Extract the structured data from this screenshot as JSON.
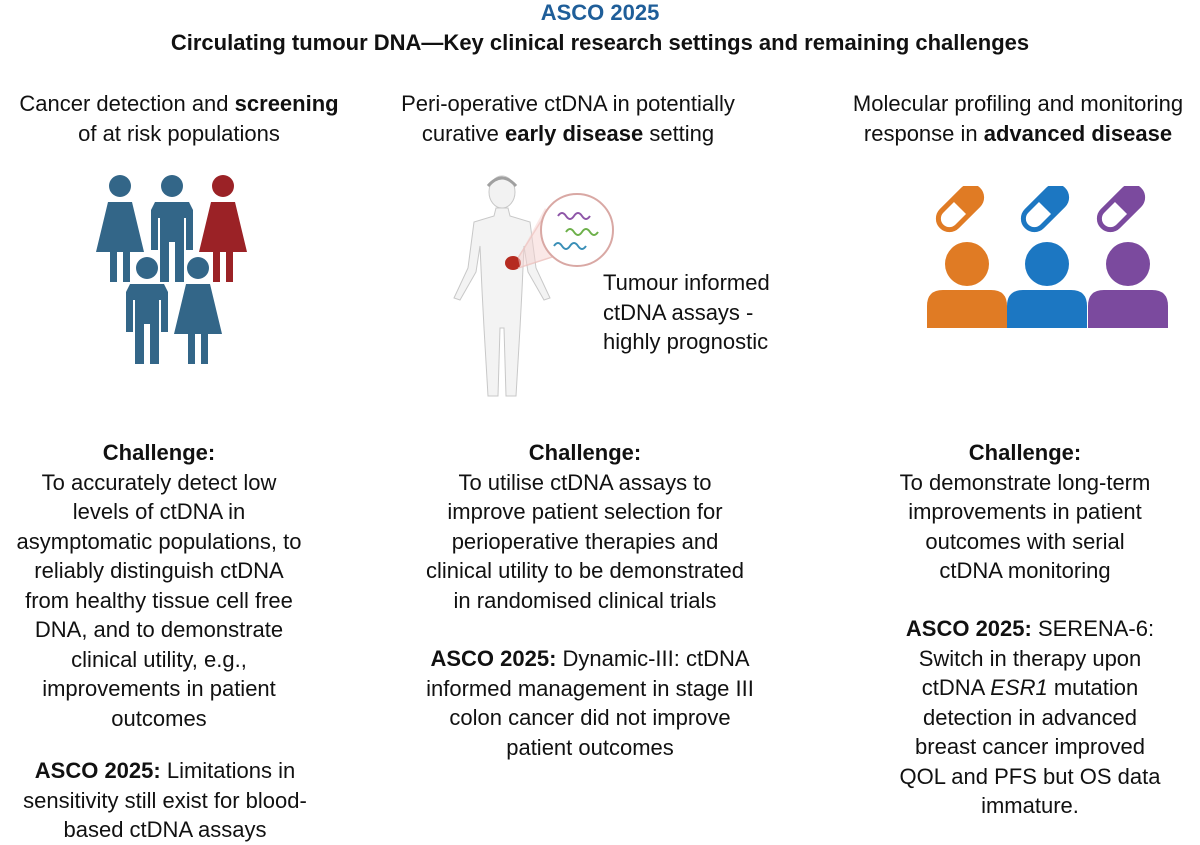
{
  "header": {
    "conference": "ASCO 2025",
    "title": "Circulating tumour DNA—Key clinical research settings and remaining challenges"
  },
  "columns": [
    {
      "heading_pre": "Cancer detection and ",
      "heading_bold": "screening",
      "heading_post": " of at risk populations",
      "challenge_title": "Challenge:",
      "challenge_lines": [
        "To accurately detect low",
        "levels of ctDNA in",
        "asymptomatic populations, to",
        "reliably distinguish ctDNA",
        "from healthy tissue cell free",
        "DNA, and to demonstrate",
        "clinical utility, e.g.,",
        "improvements in patient",
        "outcomes"
      ],
      "asco_label": "ASCO 2025:",
      "asco_lines": [
        " Limitations in",
        "sensitivity still exist for blood-",
        "based ctDNA assays"
      ],
      "icon": "population-icon",
      "colors": {
        "figure": "#336688",
        "highlight": "#9b2226"
      }
    },
    {
      "heading_pre": "Peri-operative ctDNA in potentially curative ",
      "heading_bold": "early disease",
      "heading_post": " setting",
      "callout_lines": [
        "Tumour informed",
        "ctDNA assays -",
        "highly prognostic"
      ],
      "challenge_title": "Challenge:",
      "challenge_lines": [
        "To utilise ctDNA assays to",
        "improve patient selection for",
        "perioperative therapies and",
        "clinical utility to be demonstrated",
        "in randomised clinical trials"
      ],
      "asco_label": "ASCO 2025:",
      "asco_lines": [
        " Dynamic-III: ctDNA",
        "informed management in stage III",
        "colon cancer did not improve",
        "patient outcomes"
      ],
      "icon": "human-body-icon",
      "colors": {
        "tumour": "#b52b20"
      }
    },
    {
      "heading_pre": "Molecular profiling and monitoring response in ",
      "heading_bold": "advanced disease",
      "heading_post": "",
      "challenge_title": "Challenge:",
      "challenge_lines": [
        "To demonstrate long-term",
        "improvements in patient",
        "outcomes with serial",
        "ctDNA monitoring"
      ],
      "asco_label": "ASCO 2025:",
      "asco_lines_rich": [
        [
          {
            "t": " SERENA-6:",
            "i": false
          }
        ],
        [
          {
            "t": "Switch in therapy upon",
            "i": false
          }
        ],
        [
          {
            "t": "ctDNA ",
            "i": false
          },
          {
            "t": "ESR1",
            "i": true
          },
          {
            "t": " mutation",
            "i": false
          }
        ],
        [
          {
            "t": "detection in advanced",
            "i": false
          }
        ],
        [
          {
            "t": "breast cancer improved",
            "i": false
          }
        ],
        [
          {
            "t": "QOL and PFS but OS data",
            "i": false
          }
        ],
        [
          {
            "t": "immature.",
            "i": false
          }
        ]
      ],
      "icon": "patients-pills-icon",
      "colors": {
        "orange": "#e07b24",
        "blue": "#1c77c2",
        "purple": "#7b4a9e"
      }
    }
  ]
}
